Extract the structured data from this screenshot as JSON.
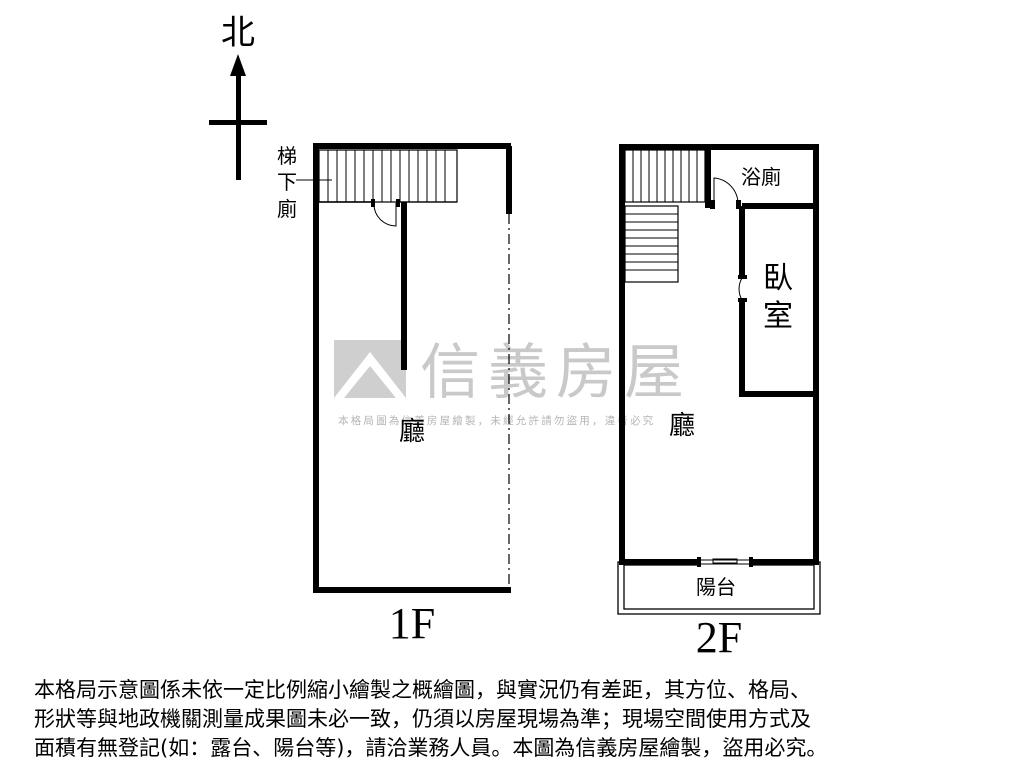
{
  "compass": {
    "north_label": "北"
  },
  "floor1": {
    "floor_label": "1F",
    "stair_toilet_label": [
      "梯",
      "下",
      "廁"
    ],
    "hall_label": "廳"
  },
  "floor2": {
    "floor_label": "2F",
    "bathroom_label": "浴廁",
    "bedroom_label": [
      "臥",
      "室"
    ],
    "hall_label": "廳",
    "balcony_label": "陽台"
  },
  "watermark": {
    "brand": "信義房屋",
    "notice": "本格局圖為信義房屋繪製，未經允許請勿盜用，違者必究"
  },
  "disclaimer_lines": [
    "本格局示意圖係未依一定比例縮小繪製之概繪圖，與實況仍有差距，其方位、格局、",
    "形狀等與地政機關測量成果圖未必一致，仍須以房屋現場為準；現場空間使用方式及",
    "面積有無登記(如：露台、陽台等)，請洽業務人員。本圖為信義房屋繪製，盜用必究。"
  ],
  "colors": {
    "wall": "#000000",
    "watermark": "#c8c8c8",
    "background": "#ffffff"
  }
}
